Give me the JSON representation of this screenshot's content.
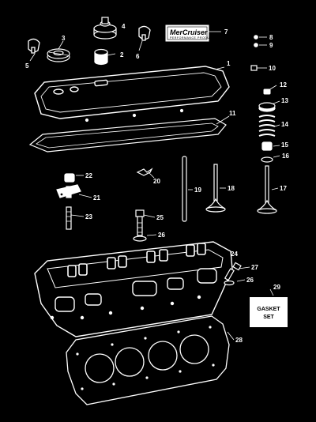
{
  "diagram": {
    "callouts": [
      {
        "id": "c1",
        "text": "1"
      },
      {
        "id": "c2",
        "text": "2"
      },
      {
        "id": "c3",
        "text": "3"
      },
      {
        "id": "c4",
        "text": "4"
      },
      {
        "id": "c5",
        "text": "5"
      },
      {
        "id": "c6",
        "text": "6"
      },
      {
        "id": "c7",
        "text": "7"
      },
      {
        "id": "c8",
        "text": "8"
      },
      {
        "id": "c9",
        "text": "9"
      },
      {
        "id": "c10",
        "text": "10"
      },
      {
        "id": "c11",
        "text": "11"
      },
      {
        "id": "c12",
        "text": "12"
      },
      {
        "id": "c13",
        "text": "13"
      },
      {
        "id": "c14",
        "text": "14"
      },
      {
        "id": "c15",
        "text": "15"
      },
      {
        "id": "c16",
        "text": "16"
      },
      {
        "id": "c17",
        "text": "17"
      },
      {
        "id": "c18",
        "text": "18"
      },
      {
        "id": "c19",
        "text": "19"
      },
      {
        "id": "c20",
        "text": "20"
      },
      {
        "id": "c21",
        "text": "21"
      },
      {
        "id": "c22",
        "text": "22"
      },
      {
        "id": "c23",
        "text": "23"
      },
      {
        "id": "c24",
        "text": "24"
      },
      {
        "id": "c25",
        "text": "25"
      },
      {
        "id": "c26a",
        "text": "26"
      },
      {
        "id": "c26b",
        "text": "26"
      },
      {
        "id": "c27",
        "text": "27"
      },
      {
        "id": "c28",
        "text": "28"
      },
      {
        "id": "c29",
        "text": "29"
      }
    ],
    "gasket_set": {
      "line1": "GASKET",
      "line2": "SET"
    },
    "badge": {
      "brand": "MerCruiser",
      "tagline": "PERFORMANCE PRODUCTS"
    }
  }
}
